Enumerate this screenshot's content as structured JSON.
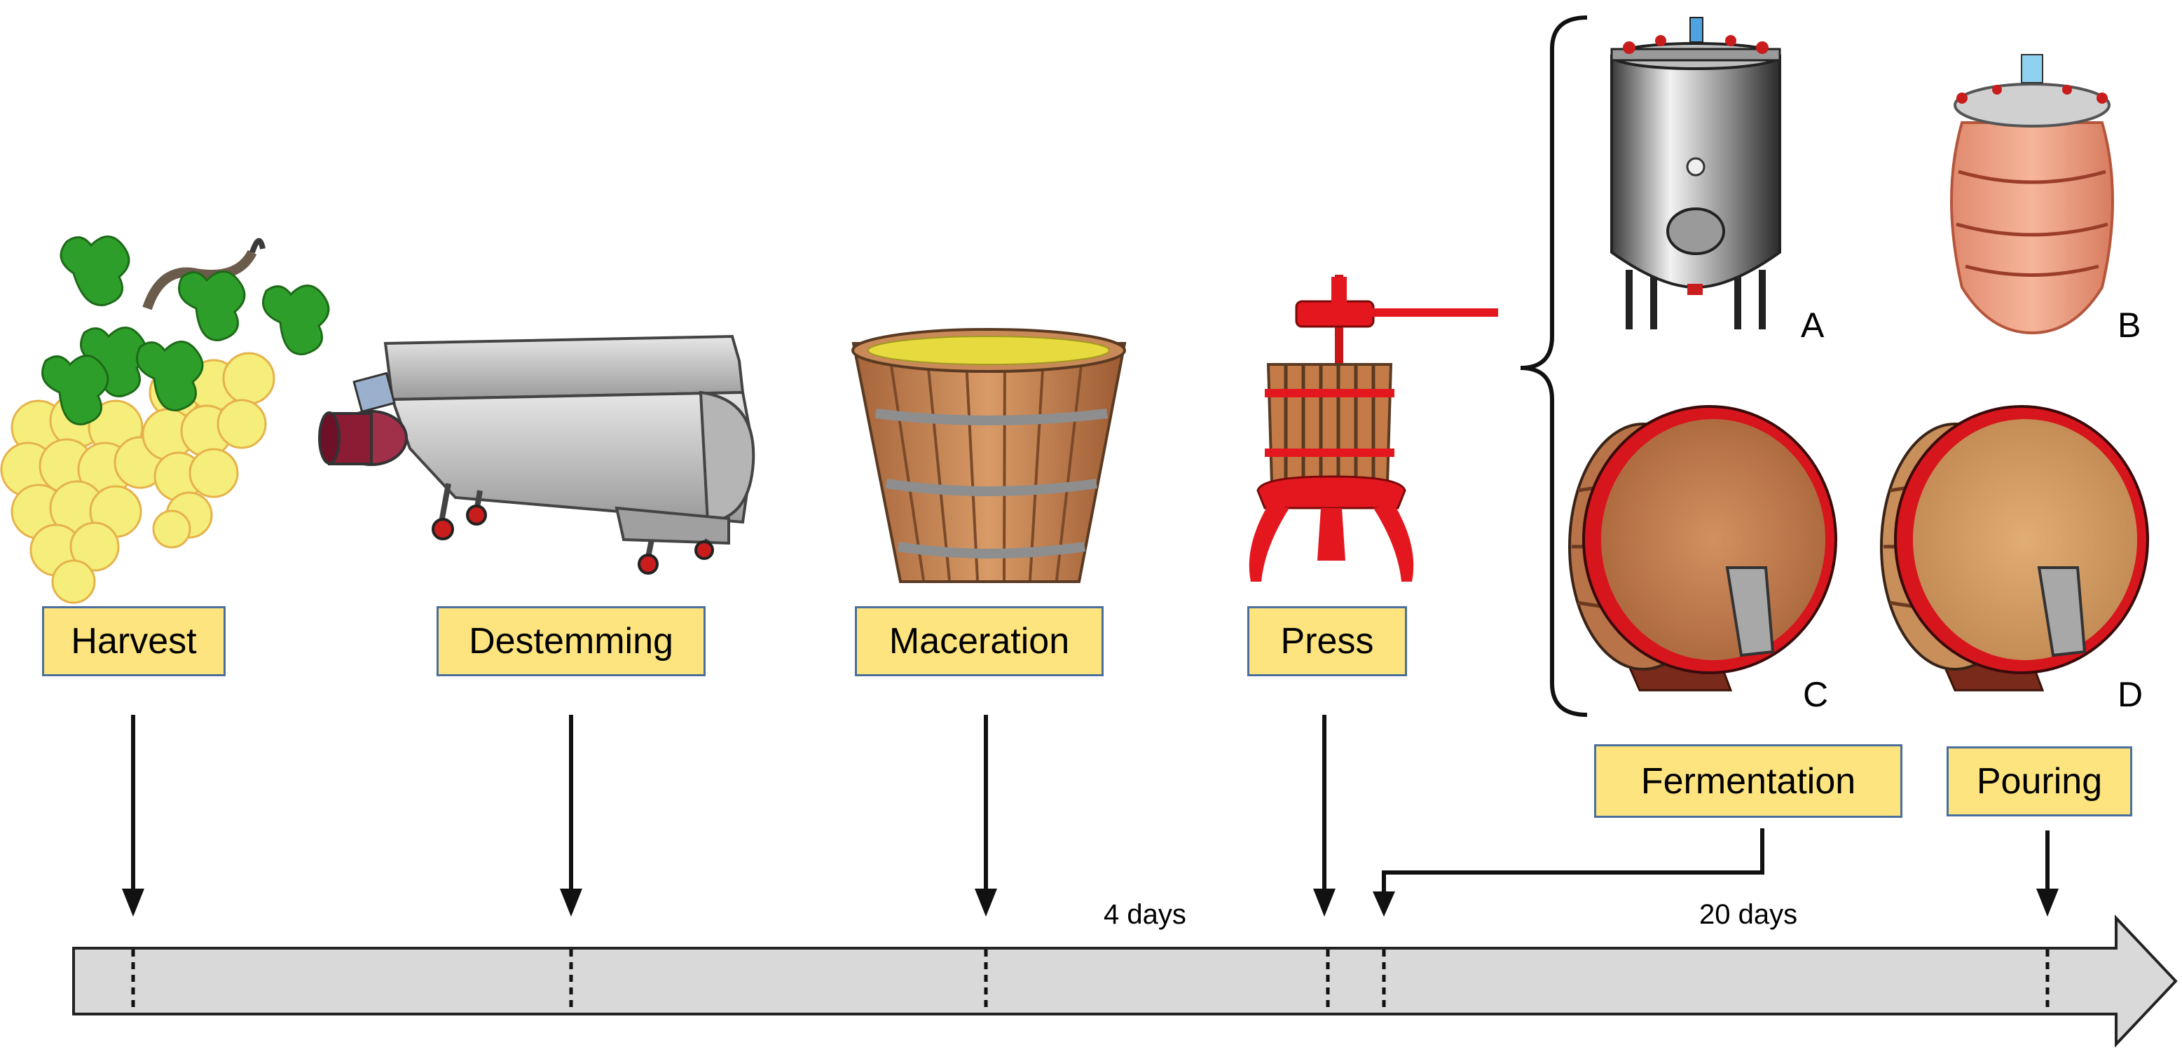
{
  "stages": {
    "harvest": "Harvest",
    "destemming": "Destemming",
    "maceration": "Maceration",
    "press": "Press",
    "fermentation": "Fermentation",
    "pouring": "Pouring"
  },
  "durations": {
    "maceration": "4 days",
    "fermentation": "20 days"
  },
  "vessels": {
    "a": "A",
    "b": "B",
    "c": "C",
    "d": "D"
  },
  "colors": {
    "label_fill": "#fde47f",
    "label_border": "#4a6f9c",
    "timeline_fill": "#d9d9d9",
    "press_red": "#e4171f",
    "barrel_wood": "#c98a58",
    "grape": "#f5ee7a",
    "leaf": "#2e9e2a"
  }
}
